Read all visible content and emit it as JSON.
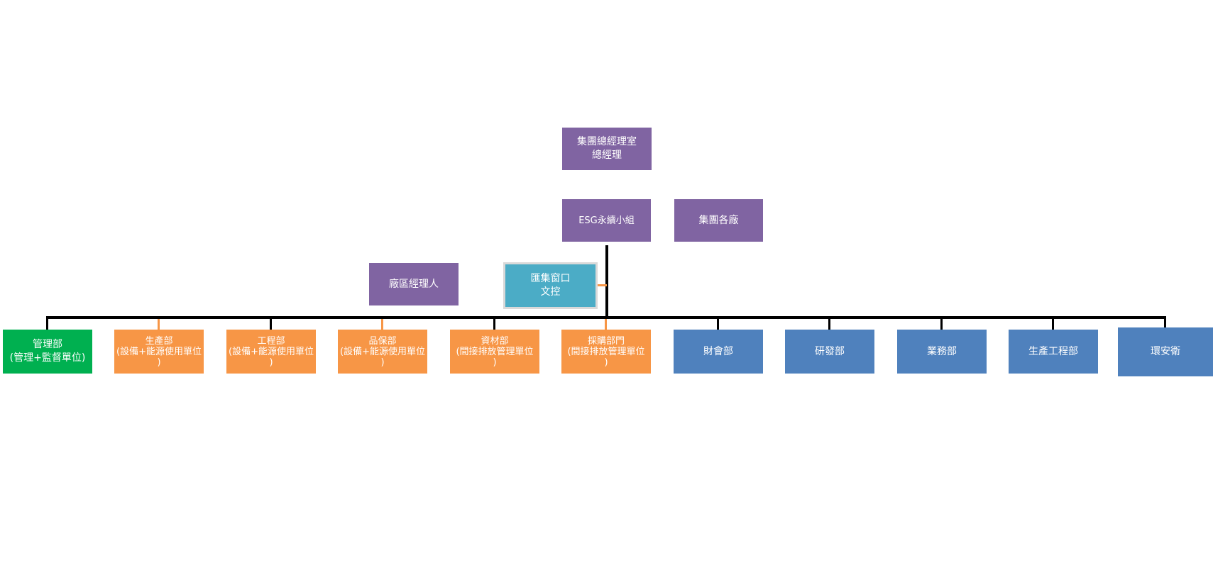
{
  "top": {
    "line1": "集團總經理室",
    "line2": "總經理"
  },
  "esg": {
    "label": "ESG永續小組"
  },
  "factories": {
    "label": "集團各廠"
  },
  "plant_manager": {
    "label": "廠區經理人"
  },
  "hub": {
    "line1": "匯集窗口",
    "line2": "文控"
  },
  "departments": [
    {
      "line1": "管理部",
      "line2": "(管理+監督單位)",
      "line3": ""
    },
    {
      "line1": "生產部",
      "line2": "(設備+能源使用單位",
      "line3": ")"
    },
    {
      "line1": "工程部",
      "line2": "(設備+能源使用單位",
      "line3": ")"
    },
    {
      "line1": "品保部",
      "line2": "(設備+能源使用單位",
      "line3": ")"
    },
    {
      "line1": "資材部",
      "line2": "(間接排放管理單位",
      "line3": ")"
    },
    {
      "line1": "採購部門",
      "line2": "(間接排放管理單位",
      "line3": ")"
    },
    {
      "line1": "財會部",
      "line2": "",
      "line3": ""
    },
    {
      "line1": "研發部",
      "line2": "",
      "line3": ""
    },
    {
      "line1": "業務部",
      "line2": "",
      "line3": ""
    },
    {
      "line1": "生產工程部",
      "line2": "",
      "line3": ""
    },
    {
      "line1": "環安衛",
      "line2": "",
      "line3": ""
    }
  ],
  "colors": {
    "purple": "#8064A2",
    "orange": "#F79646",
    "blue": "#4F81BD",
    "green": "#00B050",
    "teal": "#4BACC6",
    "connector": "#000000"
  }
}
